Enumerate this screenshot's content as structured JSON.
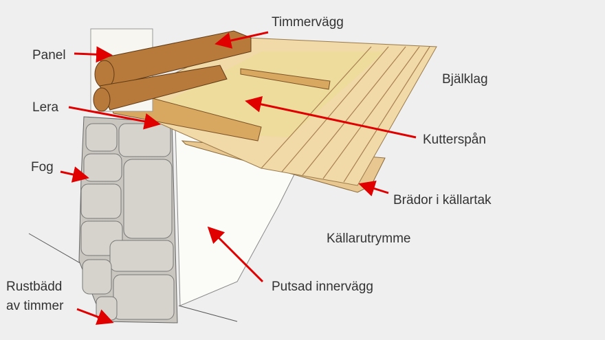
{
  "labels": {
    "timmervagg": "Timmervägg",
    "panel": "Panel",
    "bjalklag": "Bjälklag",
    "lera": "Lera",
    "kutterspan": "Kutterspån",
    "fog": "Fog",
    "brador": "Brädor i källartak",
    "kallarutrymme": "Källarutrymme",
    "putsad": "Putsad innervägg",
    "rustbadd_line1": "Rustbädd",
    "rustbadd_line2": "av timmer"
  },
  "colors": {
    "arrow": "#e00000",
    "text": "#333333",
    "background": "#efefef"
  }
}
